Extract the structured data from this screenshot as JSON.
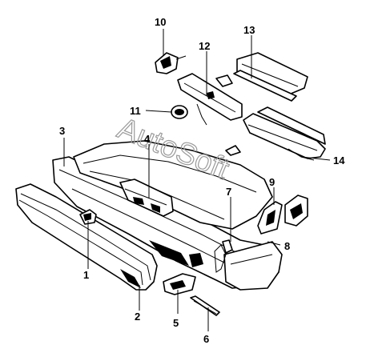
{
  "watermark": {
    "text": "AutoSoft",
    "color": "#9a9a9a"
  },
  "callouts": [
    {
      "id": "1",
      "label": "1"
    },
    {
      "id": "2",
      "label": "2"
    },
    {
      "id": "3",
      "label": "3"
    },
    {
      "id": "4",
      "label": "4"
    },
    {
      "id": "5",
      "label": "5"
    },
    {
      "id": "6",
      "label": "6"
    },
    {
      "id": "7",
      "label": "7"
    },
    {
      "id": "8",
      "label": "8"
    },
    {
      "id": "9",
      "label": "9"
    },
    {
      "id": "10",
      "label": "10"
    },
    {
      "id": "11",
      "label": "11"
    },
    {
      "id": "12",
      "label": "12"
    },
    {
      "id": "13",
      "label": "13"
    },
    {
      "id": "14",
      "label": "14"
    }
  ],
  "colors": {
    "line": "#000000",
    "background": "#ffffff"
  }
}
